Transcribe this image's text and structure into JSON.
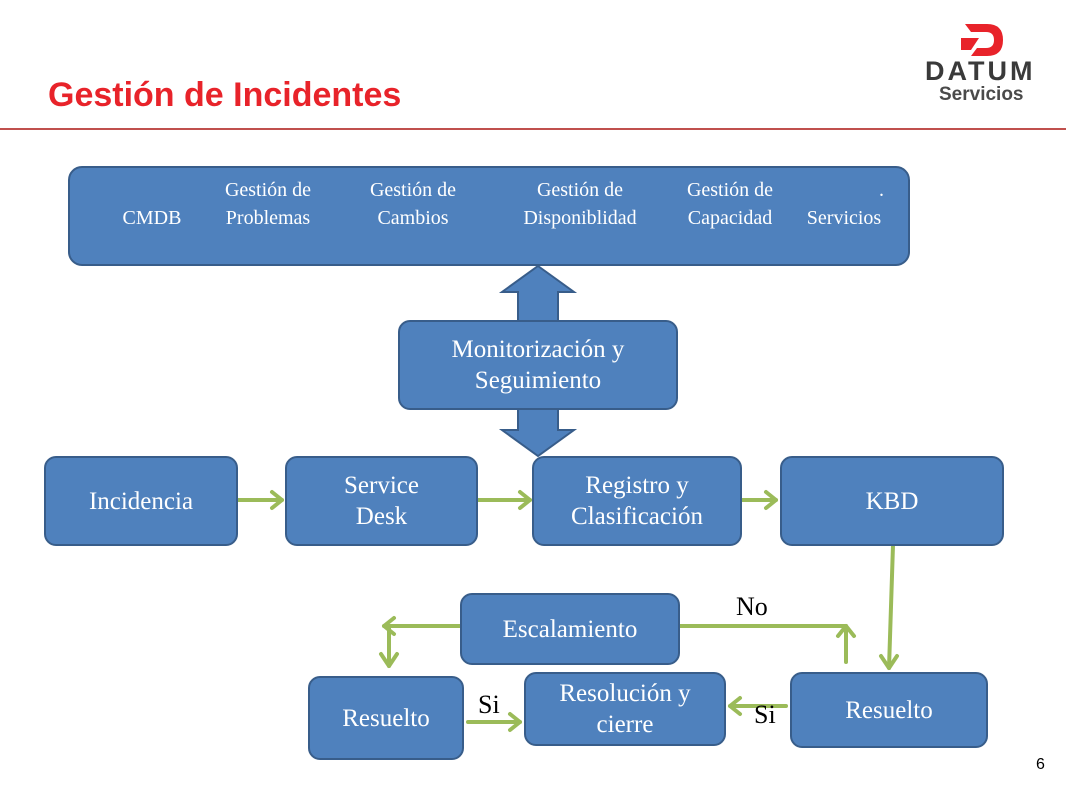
{
  "slide": {
    "title": "Gestión de Incidentes",
    "page_number": "6"
  },
  "logo": {
    "word": "DATUM",
    "sub": "Servicios"
  },
  "top_box": {
    "columns": [
      {
        "line1": "",
        "line2": "CMDB"
      },
      {
        "line1": "Gestión de",
        "line2": "Problemas"
      },
      {
        "line1": "Gestión de",
        "line2": "Cambios"
      },
      {
        "line1": "Gestión de",
        "line2": "Disponiblidad"
      },
      {
        "line1": "Gestión de",
        "line2": "Capacidad"
      },
      {
        "line1": ".",
        "line2": "Servicios"
      }
    ]
  },
  "nodes": {
    "monitor": {
      "line1": "Monitorización y",
      "line2": "Seguimiento"
    },
    "incidencia": {
      "text": "Incidencia"
    },
    "service_desk": {
      "line1": "Service",
      "line2": "Desk"
    },
    "registro": {
      "line1": "Registro y",
      "line2": "Clasificación"
    },
    "kbd": {
      "text": "KBD"
    },
    "escalamiento": {
      "text": "Escalamiento"
    },
    "resuelto_left": {
      "text": "Resuelto"
    },
    "resolucion": {
      "line1": "Resolución y",
      "line2": "cierre"
    },
    "resuelto_right": {
      "text": "Resuelto"
    }
  },
  "edge_labels": {
    "no": "No",
    "si_left": "Si",
    "si_right": "Si"
  },
  "colors": {
    "title": "#e8232a",
    "box_fill": "#4f81bd",
    "box_border": "#385d8a",
    "green_arrow": "#9bbb59",
    "rule": "#c0504d"
  }
}
